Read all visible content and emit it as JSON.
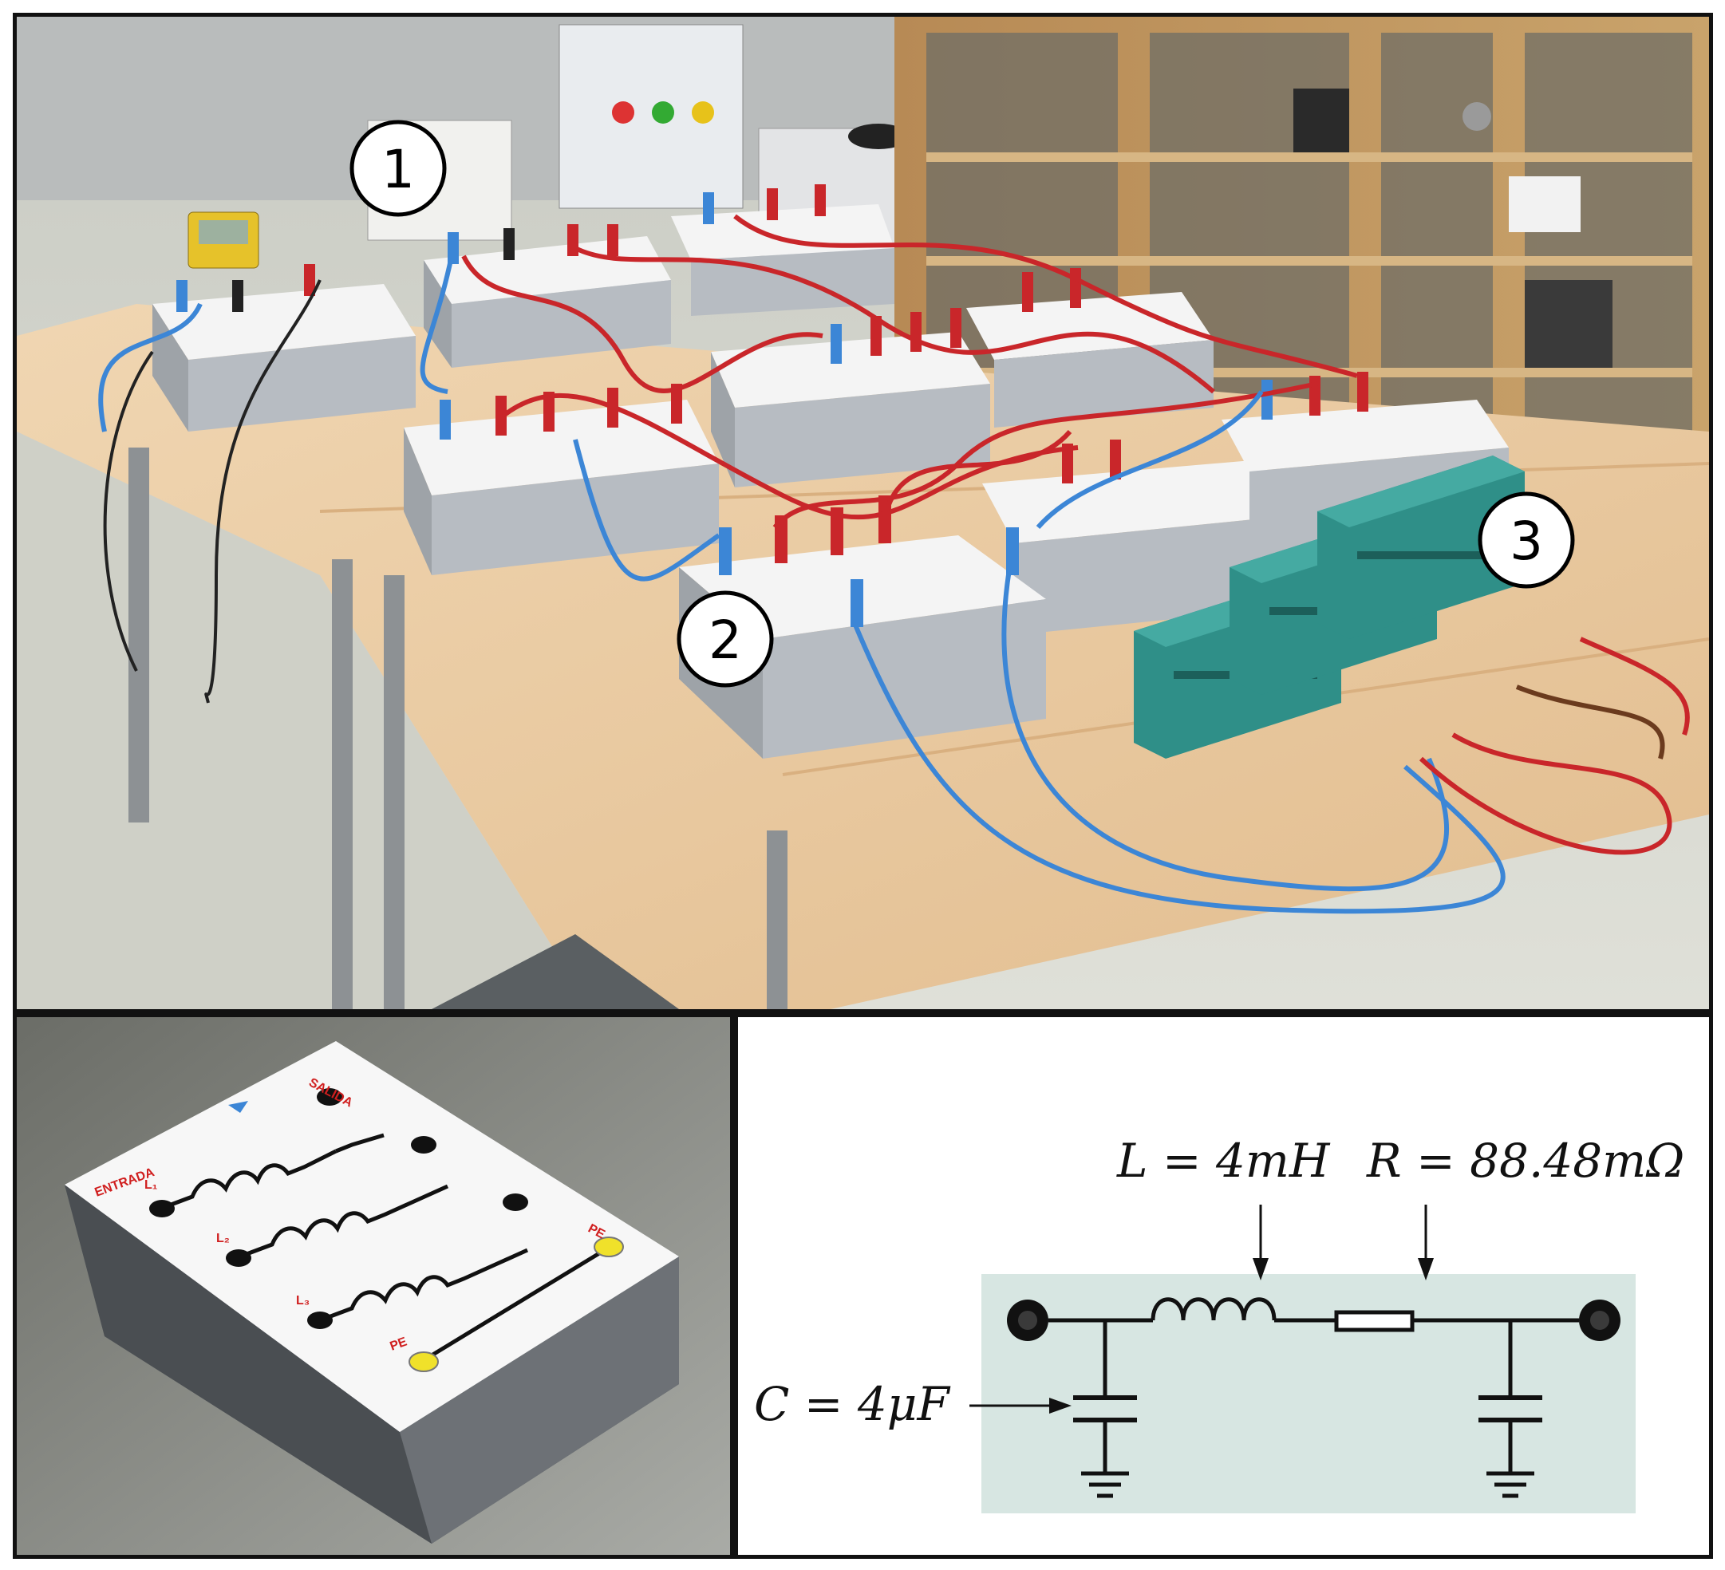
{
  "callouts": [
    {
      "id": "1",
      "label": "1"
    },
    {
      "id": "2",
      "label": "2"
    },
    {
      "id": "3",
      "label": "3"
    }
  ],
  "board_labels": {
    "input": "ENTRADA",
    "output": "SALIDA",
    "l1": "L₁",
    "l2": "L₂",
    "l3": "L₃",
    "pe_right": "PE",
    "pe_bottom": "PE"
  },
  "diagram": {
    "inductance_label": "L = 4mH",
    "resistance_label": "R = 88.48mΩ",
    "capacitance_label": "C = 4μF"
  },
  "colors": {
    "table": "#e7c49a",
    "module_body": "#b7bcc2",
    "module_top": "#f3f4f6",
    "wire_red": "#c9262a",
    "wire_blue": "#3c86d6",
    "wire_brown": "#6b3b1e",
    "resistor_green": "#2f8f88",
    "diagram_bg": "#d7e6e2"
  }
}
